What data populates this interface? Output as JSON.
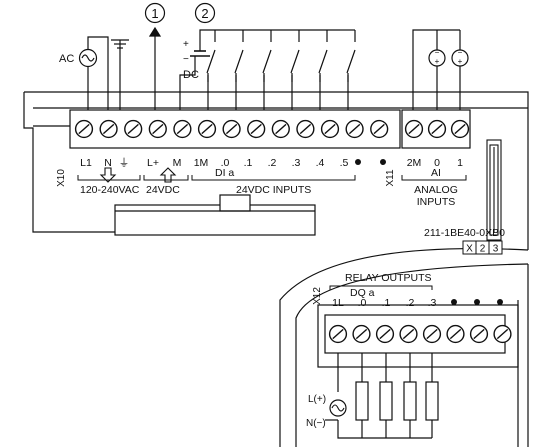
{
  "callouts": [
    "1",
    "2"
  ],
  "supply": {
    "ac": "AC",
    "dc": "DC",
    "plus": "+",
    "minus": "−"
  },
  "top_block": {
    "connector_id": "X10",
    "terminals": [
      "L1",
      "N",
      "⏚",
      "L+",
      "M",
      "1M",
      ".0",
      ".1",
      ".2",
      ".3",
      ".4",
      ".5"
    ],
    "group_labels": {
      "power": "120-240VAC",
      "sensor": "24VDC",
      "di_group": "DI a",
      "inputs": "24VDC INPUTS"
    }
  },
  "analog": {
    "connector_id": "X11",
    "terminals": [
      "2M",
      "0",
      "1"
    ],
    "group": "AI",
    "label_line1": "ANALOG",
    "label_line2": "INPUTS"
  },
  "module": {
    "part_number": "211-1BE40-0XB0",
    "version_boxes": [
      "X",
      "2",
      "3"
    ]
  },
  "relay": {
    "connector_id": "X12",
    "title": "RELAY OUTPUTS",
    "group": "DQ a",
    "terminals": [
      "1L",
      ".0",
      ".1",
      ".2",
      ".3"
    ],
    "l_plus": "L(+)",
    "n_minus": "N(−)"
  }
}
